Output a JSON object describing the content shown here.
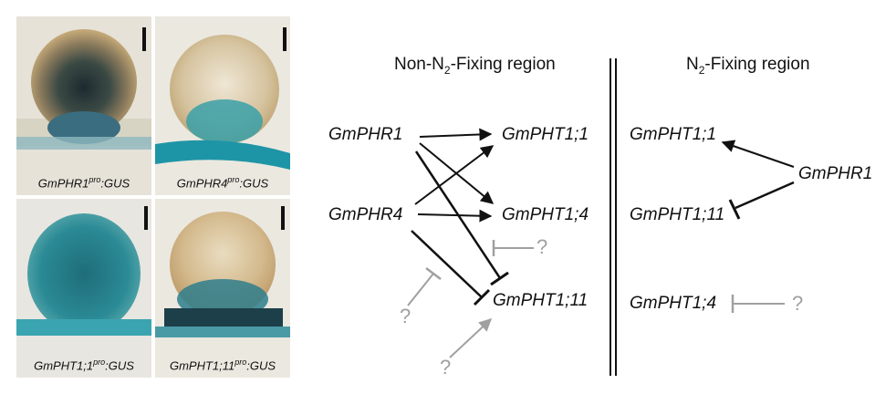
{
  "panels": {
    "phr1": {
      "caption_gene": "GmPHR1",
      "caption_sup": "pro",
      "caption_suffix": ":GUS"
    },
    "phr4": {
      "caption_gene": "GmPHR4",
      "caption_sup": "pro",
      "caption_suffix": ":GUS"
    },
    "pht1_1": {
      "caption_gene": "GmPHT1;1",
      "caption_sup": "pro",
      "caption_suffix": ":GUS"
    },
    "pht1_11": {
      "caption_gene": "GmPHT1;11",
      "caption_sup": "pro",
      "caption_suffix": ":GUS"
    }
  },
  "regions": {
    "left": {
      "prefix": "Non-N",
      "sub": "2",
      "suffix": "-Fixing region"
    },
    "right": {
      "prefix": "N",
      "sub": "2",
      "suffix": "-Fixing region"
    }
  },
  "genes": {
    "left_phr1": "GmPHR1",
    "left_phr4": "GmPHR4",
    "left_pht1_1": "GmPHT1;1",
    "left_pht1_4": "GmPHT1;4",
    "left_pht1_11": "GmPHT1;11",
    "right_pht1_1": "GmPHT1;1",
    "right_pht1_11": "GmPHT1;11",
    "right_pht1_4": "GmPHT1;4",
    "right_phr1": "GmPHR1"
  },
  "unknown_mark": "?",
  "colors": {
    "arrow": "#111111",
    "unknown": "#a0a0a0",
    "gus_blue": "#1e8fa0",
    "tissue": "#d9c9a8"
  }
}
